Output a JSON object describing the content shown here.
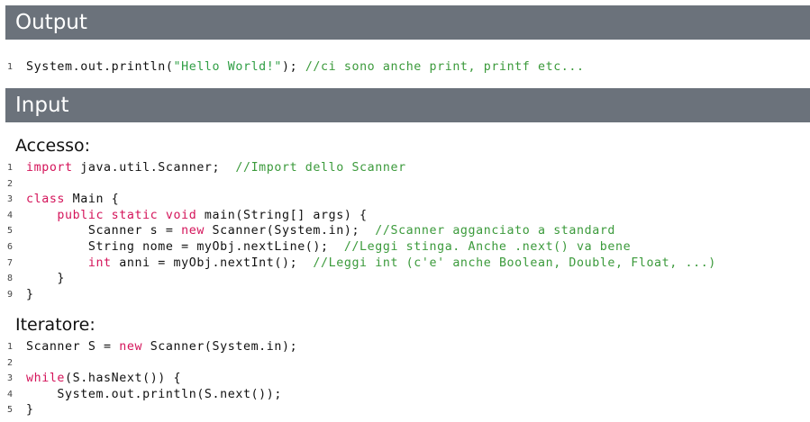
{
  "headers": {
    "output": "Output",
    "input": "Input"
  },
  "subheadings": {
    "accesso": "Accesso:",
    "iteratore": "Iteratore:"
  },
  "output_code": [
    {
      "n": "1",
      "tokens": [
        {
          "t": "System.out.println(",
          "c": ""
        },
        {
          "t": "\"Hello World!\"",
          "c": "str"
        },
        {
          "t": "); ",
          "c": ""
        },
        {
          "t": "//ci sono anche print, printf etc...",
          "c": "cm"
        }
      ]
    }
  ],
  "accesso_code": [
    {
      "n": "1",
      "tokens": [
        {
          "t": "import",
          "c": "kw"
        },
        {
          "t": " java.util.Scanner;  ",
          "c": ""
        },
        {
          "t": "//Import dello Scanner",
          "c": "cm"
        }
      ]
    },
    {
      "n": "2",
      "tokens": []
    },
    {
      "n": "3",
      "tokens": [
        {
          "t": "class",
          "c": "kw"
        },
        {
          "t": " Main {",
          "c": ""
        }
      ]
    },
    {
      "n": "4",
      "tokens": [
        {
          "t": "    ",
          "c": ""
        },
        {
          "t": "public static void",
          "c": "kw"
        },
        {
          "t": " main(String[] args) {",
          "c": ""
        }
      ]
    },
    {
      "n": "5",
      "tokens": [
        {
          "t": "        Scanner s = ",
          "c": ""
        },
        {
          "t": "new",
          "c": "kw"
        },
        {
          "t": " Scanner(System.in);  ",
          "c": ""
        },
        {
          "t": "//Scanner agganciato a standard",
          "c": "cm"
        }
      ]
    },
    {
      "n": "6",
      "tokens": [
        {
          "t": "        String nome = myObj.nextLine();  ",
          "c": ""
        },
        {
          "t": "//Leggi stinga. Anche .next() va bene",
          "c": "cm"
        }
      ]
    },
    {
      "n": "7",
      "tokens": [
        {
          "t": "        ",
          "c": ""
        },
        {
          "t": "int",
          "c": "kw"
        },
        {
          "t": " anni = myObj.nextInt();  ",
          "c": ""
        },
        {
          "t": "//Leggi int (c'e' anche Boolean, Double, Float, ...)",
          "c": "cm"
        }
      ]
    },
    {
      "n": "8",
      "tokens": [
        {
          "t": "    }",
          "c": ""
        }
      ]
    },
    {
      "n": "9",
      "tokens": [
        {
          "t": "}",
          "c": ""
        }
      ]
    }
  ],
  "iteratore_code": [
    {
      "n": "1",
      "tokens": [
        {
          "t": "Scanner S = ",
          "c": ""
        },
        {
          "t": "new",
          "c": "kw"
        },
        {
          "t": " Scanner(System.in);",
          "c": ""
        }
      ]
    },
    {
      "n": "2",
      "tokens": []
    },
    {
      "n": "3",
      "tokens": [
        {
          "t": "while",
          "c": "kw"
        },
        {
          "t": "(S.hasNext()) {",
          "c": ""
        }
      ]
    },
    {
      "n": "4",
      "tokens": [
        {
          "t": "    System.out.println(S.next());",
          "c": ""
        }
      ]
    },
    {
      "n": "5",
      "tokens": [
        {
          "t": "}",
          "c": ""
        }
      ]
    }
  ]
}
